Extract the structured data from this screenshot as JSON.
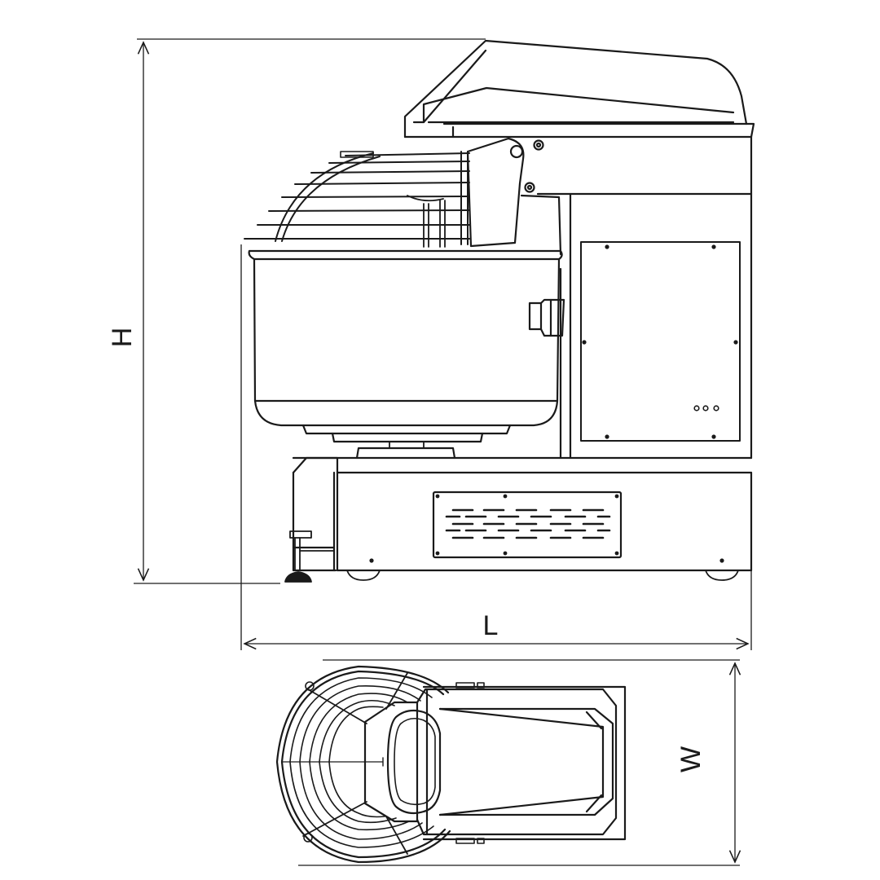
{
  "dimensions": {
    "height_label": "H",
    "length_label": "L",
    "width_label": "W"
  },
  "colors": {
    "line": "#1a1a1a",
    "background": "#ffffff"
  },
  "icons": {
    "arrowhead": "arrowhead-icon",
    "screw": "screw-icon"
  }
}
